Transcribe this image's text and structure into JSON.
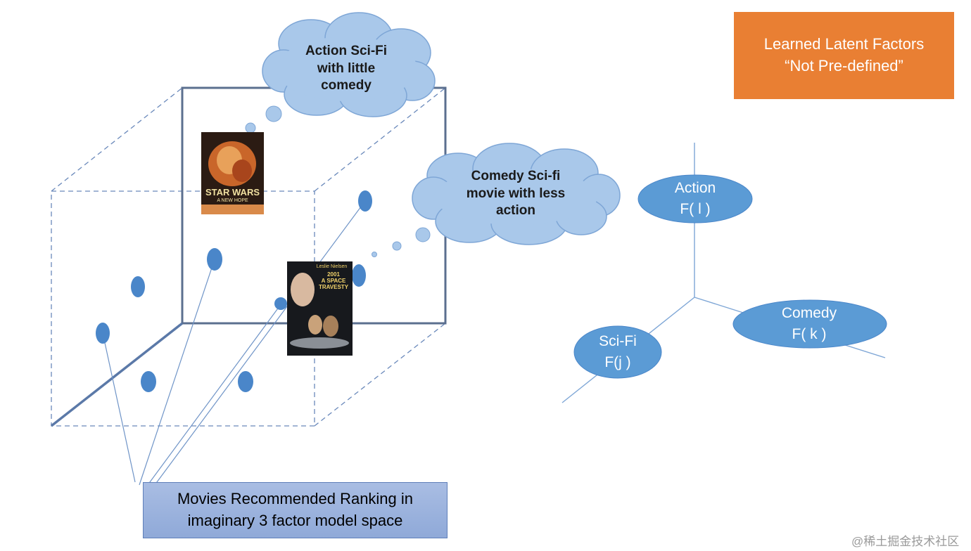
{
  "learned_factors": {
    "line1": "Learned Latent Factors",
    "line2": "“Not Pre-defined”"
  },
  "bubbles": {
    "action_scifi": "Action Sci-Fi\nwith little\ncomedy",
    "comedy_scifi": "Comedy Sci-fi\nmovie with less\naction"
  },
  "axes": {
    "action": {
      "name": "Action",
      "factor": "F( l )"
    },
    "comedy": {
      "name": "Comedy",
      "factor": "F( k )"
    },
    "scifi": {
      "name": "Sci-Fi",
      "factor": "F(j )"
    }
  },
  "posters": {
    "star_wars": {
      "title": "STAR WARS",
      "subtitle": "A NEW HOPE"
    },
    "space_odyssey": {
      "header": "Leslie Nielsen",
      "title": "2001\nA SPACE\nTRAVESTY"
    }
  },
  "caption": "Movies Recommended Ranking in\nimaginary 3 factor model space",
  "watermark": "@稀土掘金技术社区",
  "colors": {
    "accent_orange": "#e97f33",
    "dot_blue": "#4a86c9",
    "axis_ellipse": "#5b9bd5",
    "cloud_fill": "#a9c8ea",
    "cube_line": "#5b79a8"
  }
}
